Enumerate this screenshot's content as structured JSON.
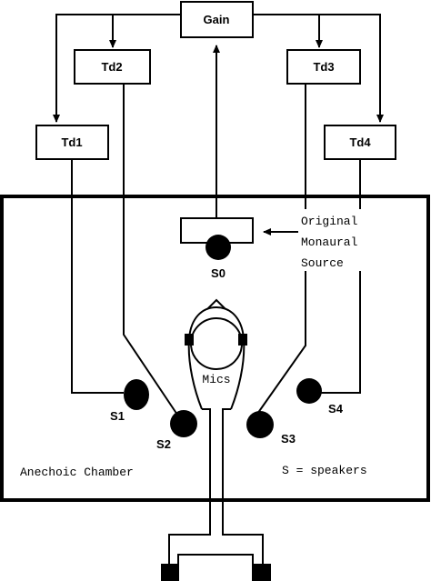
{
  "blocks": {
    "gain": "Gain",
    "td1": "Td1",
    "td2": "Td2",
    "td3": "Td3",
    "td4": "Td4"
  },
  "speakers": {
    "s0": "S0",
    "s1": "S1",
    "s2": "S2",
    "s3": "S3",
    "s4": "S4"
  },
  "annotations": {
    "source_line1": "Original",
    "source_line2": "Monaural",
    "source_line3": "Source",
    "mics": "Mics",
    "chamber": "Anechoic Chamber",
    "legend": "S = speakers"
  }
}
